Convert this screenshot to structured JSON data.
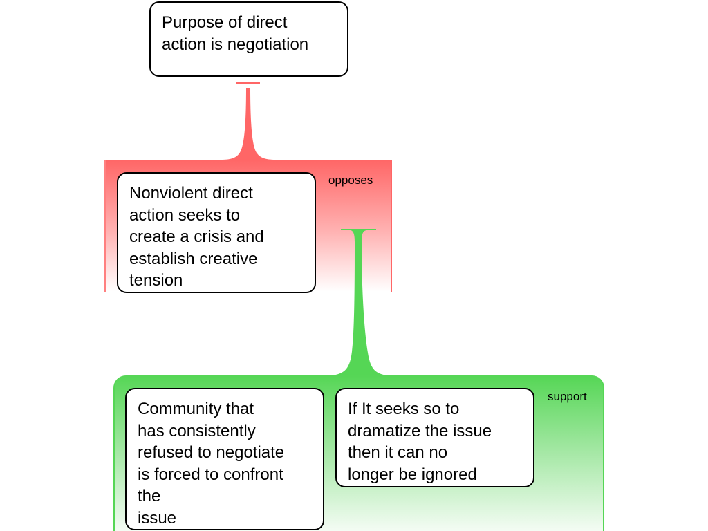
{
  "diagram": {
    "root": {
      "text": "Purpose of direct\naction is negotiation"
    },
    "groups": [
      {
        "relation": "opposes",
        "color": "#ff6666",
        "nodes": [
          {
            "text": "Nonviolent direct\naction seeks to\ncreate a crisis and\nestablish creative\ntension"
          }
        ]
      },
      {
        "relation": "support",
        "color": "#55d655",
        "nodes": [
          {
            "text": "Community that\nhas consistently\nrefused to negotiate\nis forced to confront\nthe\nissue"
          },
          {
            "text": "If It seeks so to\ndramatize the issue\nthen it can no\nlonger be ignored"
          }
        ]
      }
    ]
  }
}
